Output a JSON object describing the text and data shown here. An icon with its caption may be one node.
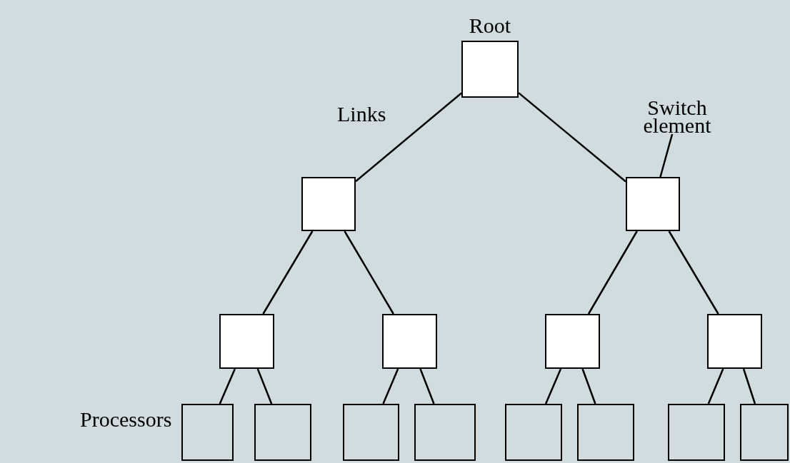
{
  "diagram": {
    "nodes": [
      {
        "text": [
          "Root"
        ]
      },
      {
        "text": [
          "Switch element"
        ]
      },
      {
        "text": [],
        "shape": "box"
      },
      {
        "text": [],
        "shape": "box"
      },
      {
        "text": [],
        "shape": "box"
      },
      {
        "text": [],
        "shape": "box"
      },
      {
        "text": [],
        "shape": "box"
      },
      {
        "text": [],
        "shape": "box"
      },
      {
        "text": [],
        "shape": "box"
      },
      {
        "text": [],
        "shape": "box"
      },
      {
        "text": [],
        "shape": "box"
      },
      {
        "text": [],
        "shape": "box"
      },
      {
        "text": [],
        "shape": "box"
      },
      {
        "text": [],
        "shape": "box"
      },
      {
        "text": [],
        "shape": "box"
      },
      {
        "text": [],
        "shape": "box"
      }
    ],
    "edges": [
      {
        "from": 0,
        "to": 2,
        "arrow": "none"
      },
      {
        "from": 0,
        "to": 3,
        "arrow": "none"
      },
      {
        "from": 2,
        "to": 4,
        "arrow": "none"
      },
      {
        "from": 2,
        "to": 5,
        "arrow": "none"
      },
      {
        "from": 3,
        "to": 6,
        "arrow": "none"
      },
      {
        "from": 3,
        "to": 7,
        "arrow": "none"
      },
      {
        "from": 4,
        "to": 8,
        "arrow": "none"
      },
      {
        "from": 4,
        "to": 9,
        "arrow": "none"
      },
      {
        "from": 5,
        "to": 10,
        "arrow": "none"
      },
      {
        "from": 5,
        "to": 11,
        "arrow": "none"
      },
      {
        "from": 6,
        "to": 12,
        "arrow": "none"
      },
      {
        "from": 6,
        "to": 13,
        "arrow": "none"
      },
      {
        "from": 7,
        "to": 14,
        "arrow": "none"
      },
      {
        "from": 7,
        "to": 15,
        "arrow": "none"
      },
      {
        "from": 1,
        "to": 3,
        "arrow": "none"
      }
    ],
    "labels": [
      "Links",
      "Processors"
    ]
  }
}
